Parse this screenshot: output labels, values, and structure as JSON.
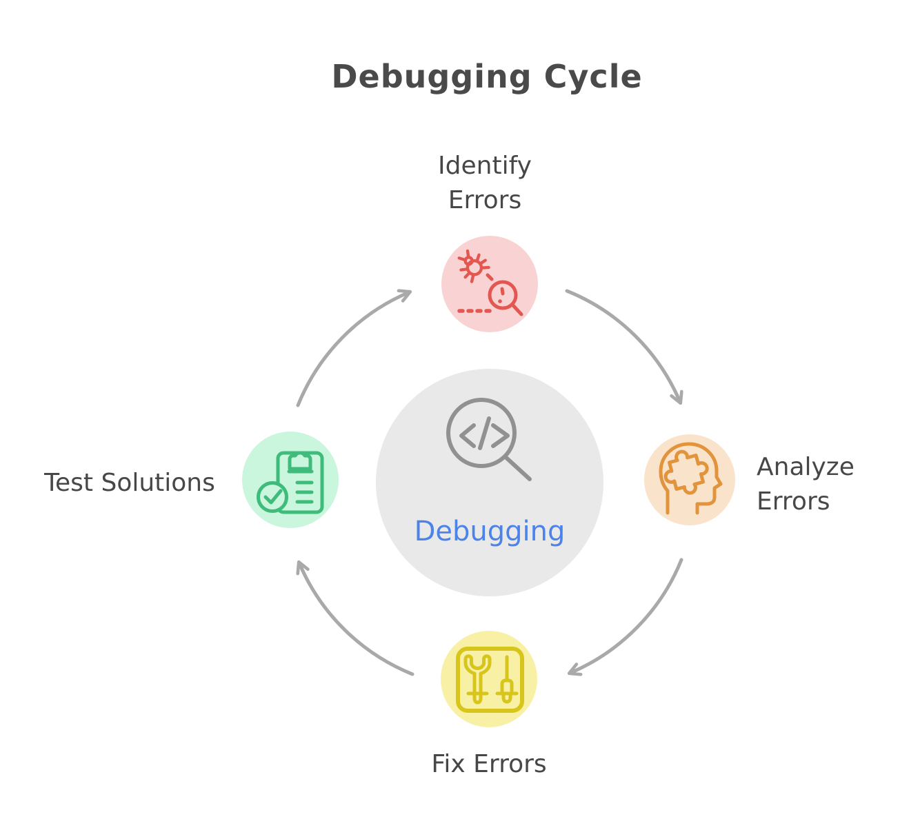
{
  "title": "Debugging Cycle",
  "center": {
    "label": "Debugging",
    "icon": "code-magnifier-icon",
    "label_color": "#4b83ea",
    "circle_color": "#e9e9e9",
    "icon_stroke_color": "#919191"
  },
  "steps": [
    {
      "id": "identify-errors",
      "label": "Identify\nErrors",
      "icon": "bug-magnifier-icon",
      "accent_color": "#e25850",
      "circle_color": "#f9d3d3",
      "position": "top"
    },
    {
      "id": "analyze-errors",
      "label": "Analyze\nErrors",
      "icon": "head-puzzle-icon",
      "accent_color": "#e2943c",
      "circle_color": "#fae3cb",
      "position": "right"
    },
    {
      "id": "fix-errors",
      "label": "Fix Errors",
      "icon": "wrench-screwdriver-icon",
      "accent_color": "#d8c51c",
      "circle_color": "#f8f1a5",
      "position": "bottom"
    },
    {
      "id": "test-solutions",
      "label": "Test Solutions",
      "icon": "clipboard-check-icon",
      "accent_color": "#3fbc7c",
      "circle_color": "#c9f6dc",
      "position": "left"
    }
  ],
  "flow": {
    "direction": "clockwise",
    "arrow_color": "#a9a9a9"
  },
  "text_color": "#474747"
}
